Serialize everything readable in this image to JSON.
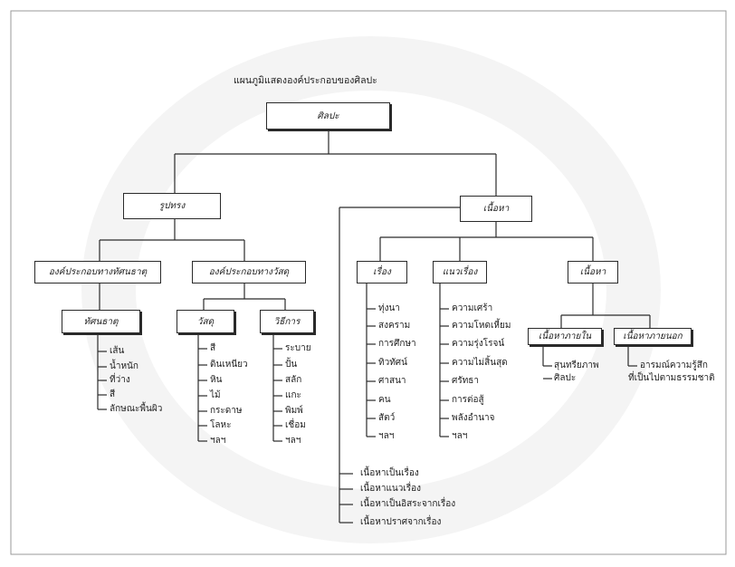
{
  "title": "แผนภูมิแสดงองค์ประกอบของศิลปะ",
  "root": "ศิลปะ",
  "level1": {
    "form": "รูปทรง",
    "content": "เนื้อหา"
  },
  "form_children": {
    "visual": "องค์ประกอบทางทัศนธาตุ",
    "material": "องค์ประกอบทางวัสดุ"
  },
  "visual_group": {
    "label": "ทัศนธาตุ",
    "items": [
      "เส้น",
      "น้ำหนัก",
      "ที่ว่าง",
      "สี",
      "ลักษณะพื้นผิว"
    ]
  },
  "material_groups": {
    "material": {
      "label": "วัสดุ",
      "items": [
        "สี",
        "ดินเหนียว",
        "หิน",
        "ไม้",
        "กระดาษ",
        "โลหะ",
        "ฯลฯ"
      ]
    },
    "technique": {
      "label": "วิธีการ",
      "items": [
        "ระบาย",
        "ปั้น",
        "สลัก",
        "แกะ",
        "พิมพ์",
        "เชื่อม",
        "ฯลฯ"
      ]
    }
  },
  "content_children": {
    "story": {
      "label": "เรื่อง",
      "items": [
        "ทุ่งนา",
        "สงคราม",
        "การศึกษา",
        "ทิวทัศน์",
        "ศาสนา",
        "คน",
        "สัตว์",
        "ฯลฯ"
      ]
    },
    "theme": {
      "label": "แนวเรื่อง",
      "items": [
        "ความเศร้า",
        "ความโหดเหี้ยม",
        "ความรุ่งโรจน์",
        "ความไม่สิ้นสุด",
        "ศรัทธา",
        "การต่อสู้",
        "พลังอำนาจ",
        "ฯลฯ"
      ]
    },
    "meaning": {
      "label": "เนื้อหา",
      "inner": {
        "label": "เนื้อหาภายใน",
        "items": [
          "สุนทรียภาพ",
          "ศิลปะ"
        ]
      },
      "outer": {
        "label": "เนื้อหาภายนอก",
        "items": [
          "อารมณ์ความรู้สึก",
          "ที่เป็นไปตามธรรมชาติ"
        ]
      }
    }
  },
  "content_relations": [
    "เนื้อหาเป็นเรื่อง",
    "เนื้อหาแนวเรื่อง",
    "เนื้อหาเป็นอิสระจากเรื่อง",
    "เนื้อหาปราศจากเรื่อง"
  ]
}
